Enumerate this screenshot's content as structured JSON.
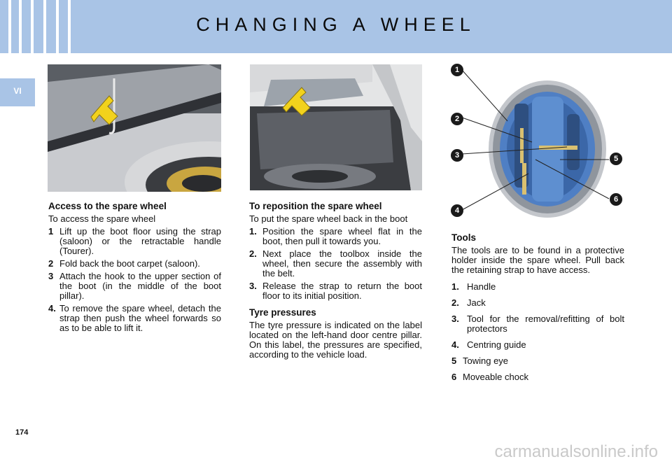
{
  "header": {
    "title": "CHANGING A WHEEL",
    "section": "VI"
  },
  "page_number": "174",
  "watermark": "carmanualsonline.info",
  "col1": {
    "heading": "Access to the spare wheel",
    "intro": "To access the spare wheel",
    "steps": [
      {
        "num": "1",
        "text": "Lift up the boot floor using the strap (saloon) or the retractable handle (Tourer)."
      },
      {
        "num": "2",
        "text": "Fold back the boot carpet (saloon)."
      },
      {
        "num": "3",
        "text": "Attach the hook to the upper section of the boot (in the middle of the boot pillar)."
      },
      {
        "num": "4.",
        "text": "To remove the spare wheel, detach the strap then push the wheel forwards so as to be able to lift it."
      }
    ]
  },
  "col2": {
    "heading": "To reposition the spare wheel",
    "intro": "To put the spare wheel back in the boot",
    "steps": [
      {
        "num": "1.",
        "text": "Position the spare wheel flat in the boot, then pull it towards you."
      },
      {
        "num": "2.",
        "text": "Next place the toolbox inside the wheel, then secure the assembly with the belt."
      },
      {
        "num": "3.",
        "text": "Release the strap to return the boot floor to its initial position."
      }
    ],
    "heading2": "Tyre pressures",
    "pressures_text": "The tyre pressure is indicated on the label located on the left-hand door centre pillar. On this label, the pressures are specified, according to the vehicle load."
  },
  "col3": {
    "heading": "Tools",
    "intro": "The tools are to be found in a protective holder inside the spare wheel. Pull back the retaining strap to have access.",
    "items": [
      {
        "num": "1.",
        "text": "Handle"
      },
      {
        "num": "2.",
        "text": "Jack"
      },
      {
        "num": "3.",
        "text": "Tool for the removal/refitting of bolt protectors"
      },
      {
        "num": "4.",
        "text": "Centring guide"
      },
      {
        "num": "5",
        "text": "Towing eye"
      },
      {
        "num": "6",
        "text": "Moveable chock"
      }
    ]
  },
  "callouts": [
    "1",
    "2",
    "3",
    "4",
    "5",
    "6"
  ],
  "colors": {
    "header": "#a9c4e6",
    "arrow": "#f2d21c",
    "tool_blue": "#4f7fc4"
  }
}
